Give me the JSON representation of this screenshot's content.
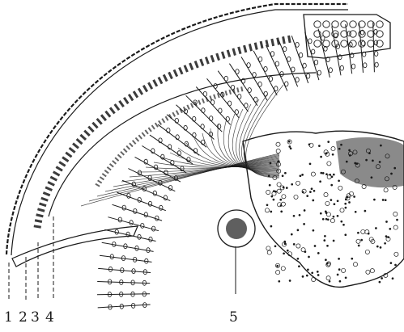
{
  "labels": {
    "l1": "1",
    "l2": "2",
    "l3": "3",
    "l4": "4",
    "l5": "5"
  },
  "colors": {
    "ink": "#1a1a1a",
    "dense": "#2a2a2a",
    "paper": "#ffffff"
  }
}
